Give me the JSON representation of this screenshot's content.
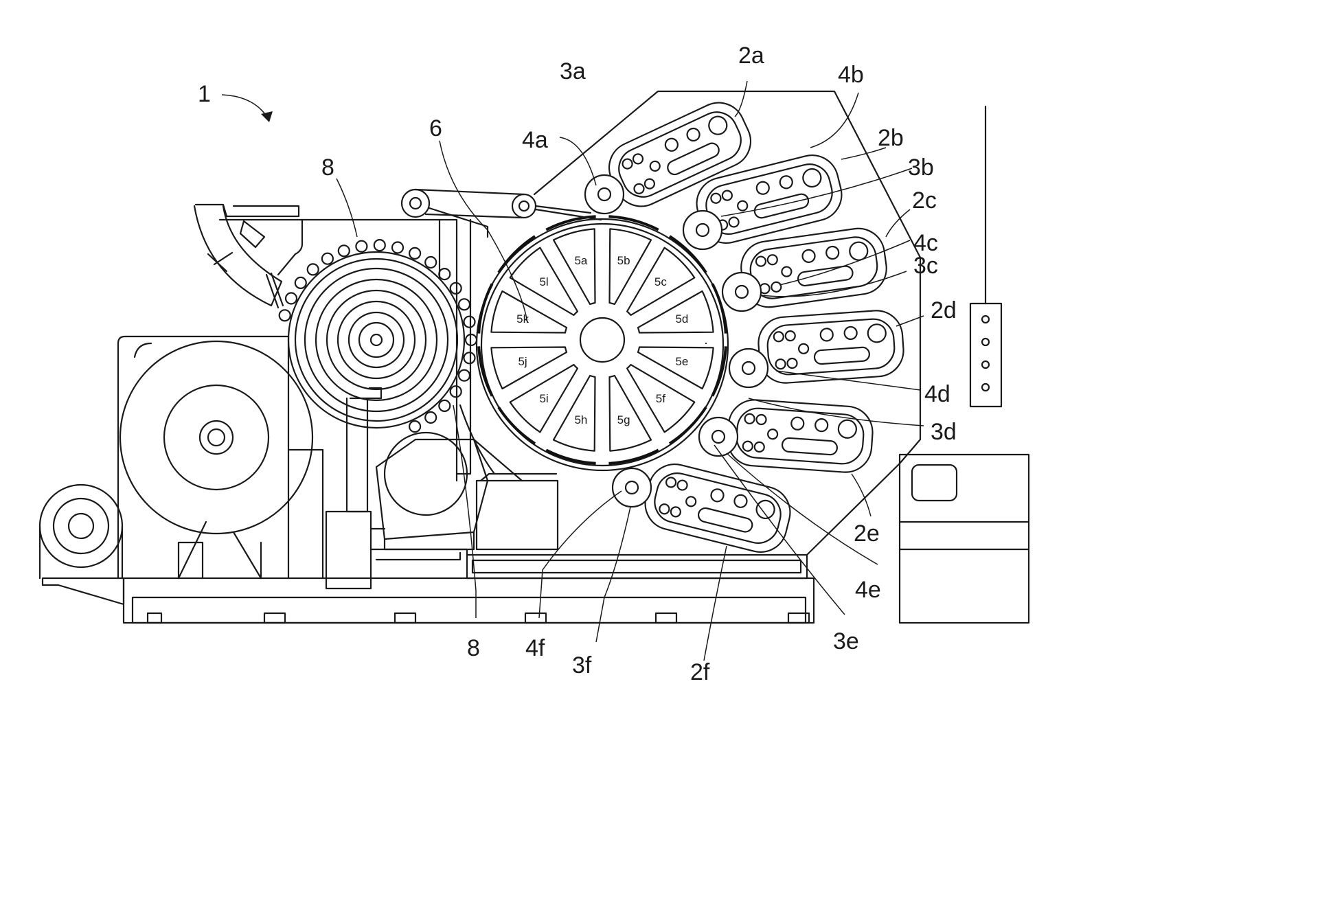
{
  "labels": {
    "l1": "1",
    "l6": "6",
    "l8_top": "8",
    "l8_bottom": "8",
    "l2a": "2a",
    "l2b": "2b",
    "l2c": "2c",
    "l2d": "2d",
    "l2e": "2e",
    "l2f": "2f",
    "l3a": "3a",
    "l3b": "3b",
    "l3c": "3c",
    "l3d": "3d",
    "l3e": "3e",
    "l3f": "3f",
    "l4a": "4a",
    "l4b": "4b",
    "l4c": "4c",
    "l4d": "4d",
    "l4e": "4e",
    "l4f": "4f"
  },
  "segment_labels": [
    "5a",
    "5b",
    "5c",
    "5d",
    "5e",
    "5f",
    "5g",
    "5h",
    "5i",
    "5j",
    "5k",
    "5l"
  ]
}
